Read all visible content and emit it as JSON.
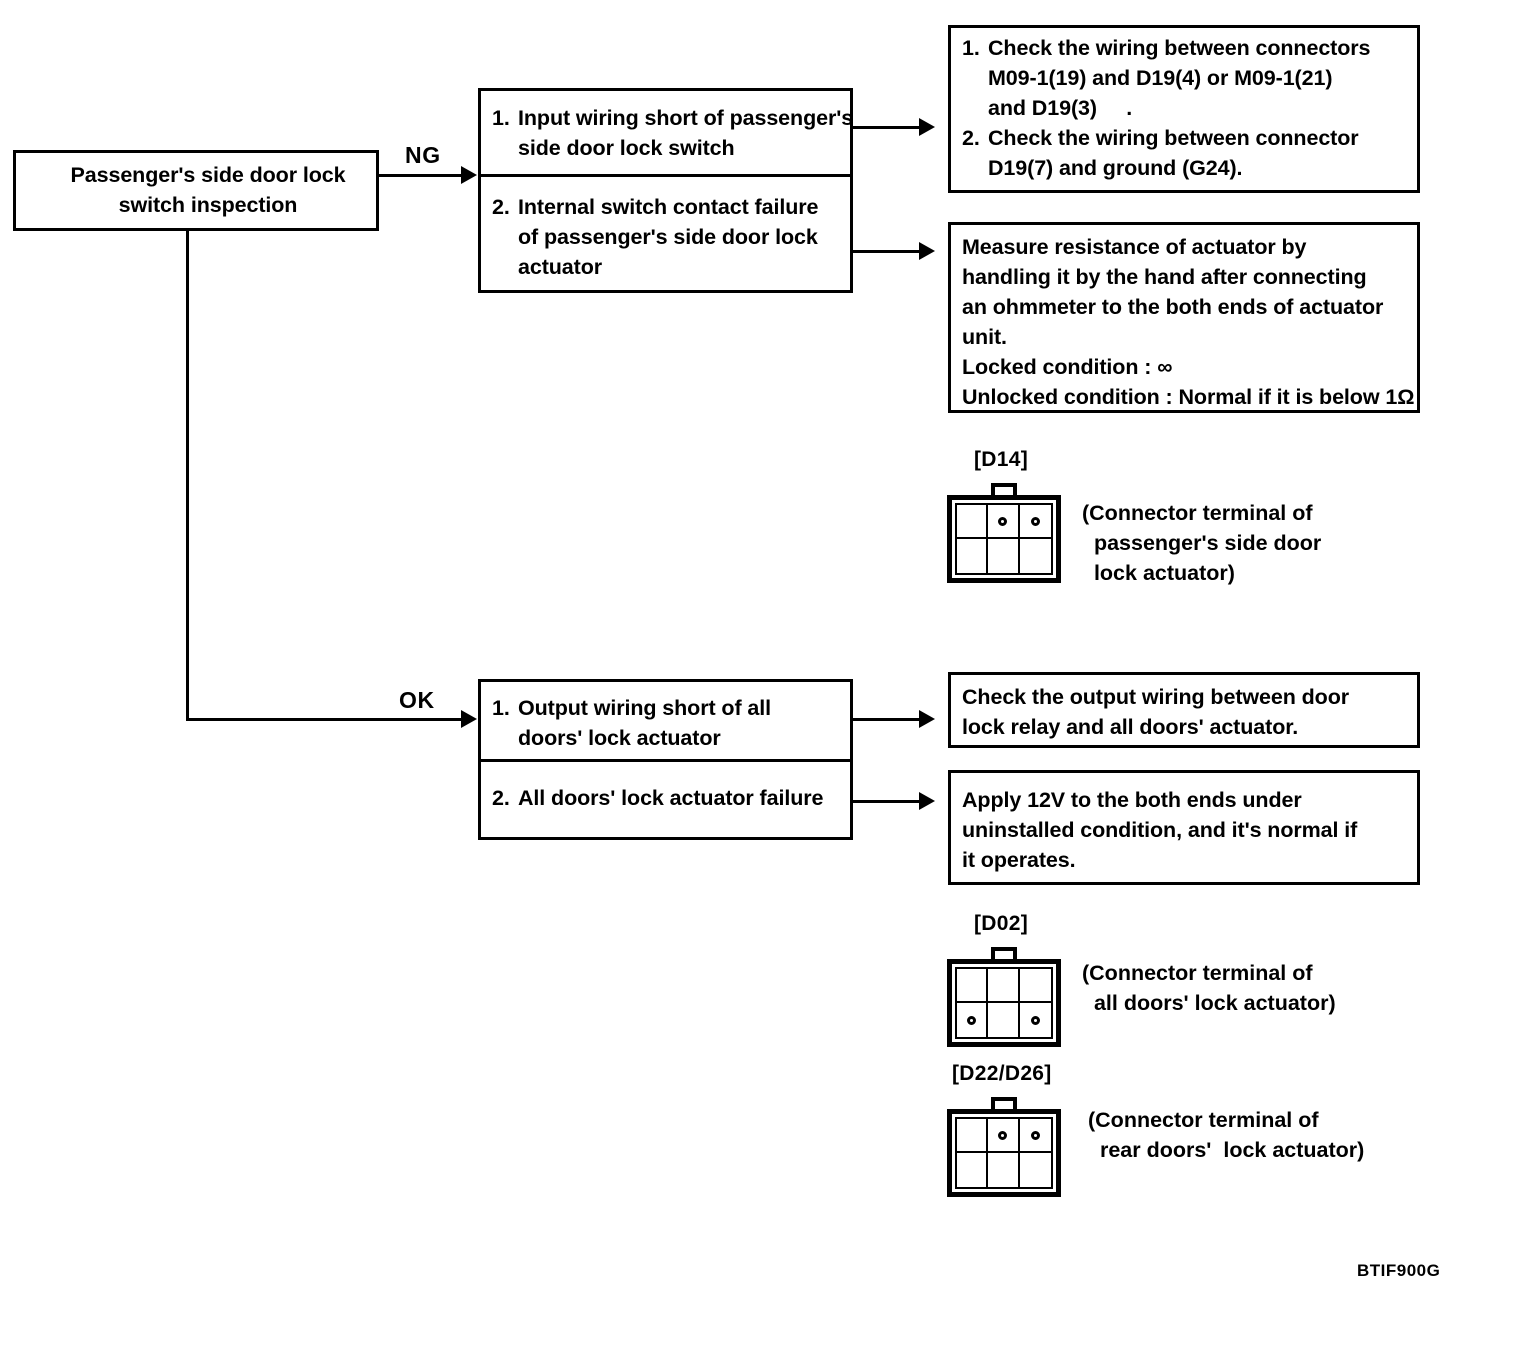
{
  "figure": {
    "code": "BTIF900G",
    "type": "troubleshooting-flow-diagram"
  },
  "start_box": {
    "line1": "Passenger's side door lock",
    "line2": "switch inspection"
  },
  "branches": [
    {
      "label": "NG"
    },
    {
      "label": "OK"
    }
  ],
  "ng_causes": {
    "item1": {
      "num": "1.",
      "line1": "Input wiring short of passenger's",
      "line2": "side door lock switch"
    },
    "item2": {
      "num": "2.",
      "line1": "Internal switch contact failure",
      "line2": "of passenger's side door lock",
      "line3": "actuator"
    }
  },
  "ok_causes": {
    "item1": {
      "num": "1.",
      "line1": "Output wiring short of all",
      "line2": "doors' lock actuator"
    },
    "item2": {
      "num": "2.",
      "line1": "All doors' lock actuator failure"
    }
  },
  "ng_action_1": {
    "item1": {
      "num": "1.",
      "line1": "Check the wiring between connectors",
      "line2": "M09-1(19) and D19(4) or M09-1(21)",
      "line3": "and D19(3)     ."
    },
    "item2": {
      "num": "2.",
      "line1": "Check the wiring between connector",
      "line2": "D19(7) and ground (G24)."
    }
  },
  "ng_action_2": {
    "line1": "Measure resistance of actuator by",
    "line2": "handling it by the hand after connecting",
    "line3": "an ohmmeter to the both ends of actuator",
    "line4": "unit.",
    "line5": "Locked condition : ∞",
    "line6": "Unlocked condition : Normal if it is below 1Ω"
  },
  "ok_action_1": {
    "line1": "Check the output wiring between door",
    "line2": "lock relay and all doors' actuator."
  },
  "ok_action_2": {
    "line1": "Apply 12V to the both ends under",
    "line2": "uninstalled condition, and it's normal if",
    "line3": "it operates."
  },
  "connectors": [
    {
      "id": "[D14]",
      "pins": [
        false,
        true,
        true,
        false,
        false,
        false
      ],
      "caption_line1": "(Connector terminal of",
      "caption_line2": "  passenger's side door",
      "caption_line3": "  lock actuator)"
    },
    {
      "id": "[D02]",
      "pins": [
        false,
        false,
        false,
        true,
        false,
        true
      ],
      "caption_line1": "(Connector terminal of",
      "caption_line2": "  all doors' lock actuator)",
      "caption_line3": ""
    },
    {
      "id": "[D22/D26]",
      "pins": [
        false,
        true,
        true,
        false,
        false,
        false
      ],
      "caption_line1": "(Connector terminal of",
      "caption_line2": "  rear doors'  lock actuator)",
      "caption_line3": ""
    }
  ],
  "colors": {
    "line": "#000000",
    "background": "#ffffff"
  }
}
